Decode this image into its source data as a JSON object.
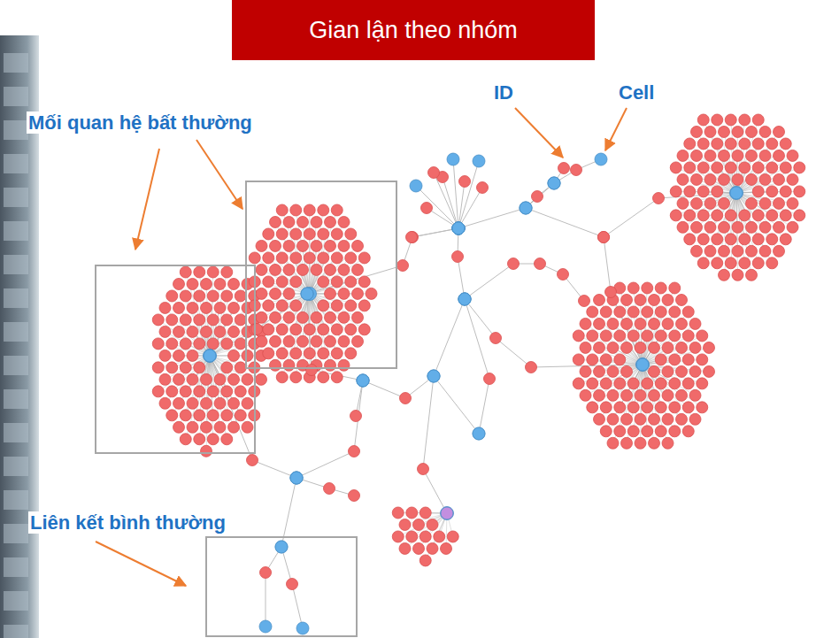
{
  "diagram": {
    "title": "Gian lận theo nhóm",
    "labels": [
      "Mối quan hệ bất thường",
      "ID",
      "Cell",
      "Liên kết bình thường"
    ]
  }
}
